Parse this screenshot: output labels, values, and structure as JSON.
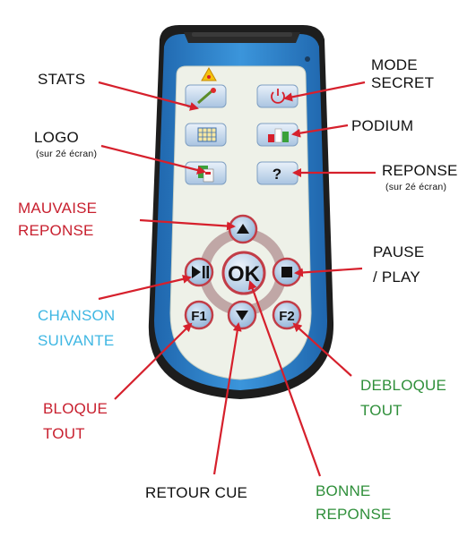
{
  "colors": {
    "label_default": "#111111",
    "label_red": "#c8202f",
    "label_blue": "#3fb7e3",
    "label_green": "#2f8f3a",
    "arrow": "#d6202c",
    "remote_body": "#2a7fc7",
    "remote_frame": "#1e1e1e",
    "panel": "#eef1e8",
    "button_red": "#c23d47"
  },
  "labels": {
    "stats": "STATS",
    "mode_secret_1": "MODE",
    "mode_secret_2": "SECRET",
    "podium": "PODIUM",
    "logo": "LOGO",
    "logo_note": "(sur 2é écran)",
    "reponse": "REPONSE",
    "reponse_note": "(sur 2é écran)",
    "mauvaise_1": "MAUVAISE",
    "mauvaise_2": "REPONSE",
    "pause_1": "PAUSE",
    "pause_2": "/ PLAY",
    "chanson_1": "CHANSON",
    "chanson_2": "SUIVANTE",
    "bloque_1": "BLOQUE",
    "bloque_2": "TOUT",
    "debloque_1": "DEBLOQUE",
    "debloque_2": "TOUT",
    "retour": "RETOUR CUE",
    "bonne_1": "BONNE",
    "bonne_2": "REPONSE"
  },
  "buttons": {
    "ok": "OK",
    "f1": "F1",
    "f2": "F2",
    "help": "?"
  }
}
